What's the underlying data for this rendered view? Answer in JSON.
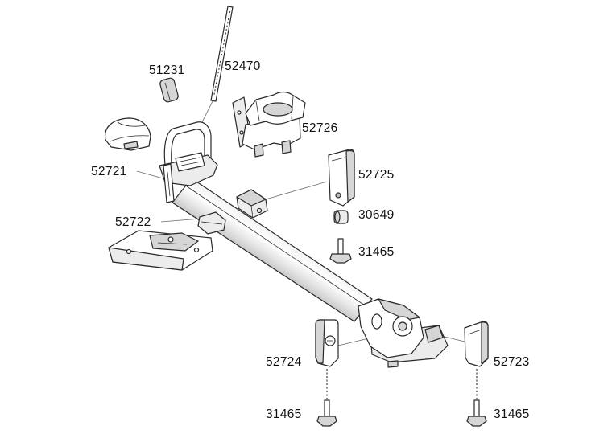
{
  "callouts": [
    "51231",
    "52470",
    "52726",
    "52721",
    "52725",
    "30649",
    "52722",
    "31465",
    "52724",
    "52723",
    "31465",
    "31465"
  ],
  "colors": {
    "line": "#2a2a2a",
    "shade": "#d6d6d6",
    "background": "#ffffff"
  }
}
